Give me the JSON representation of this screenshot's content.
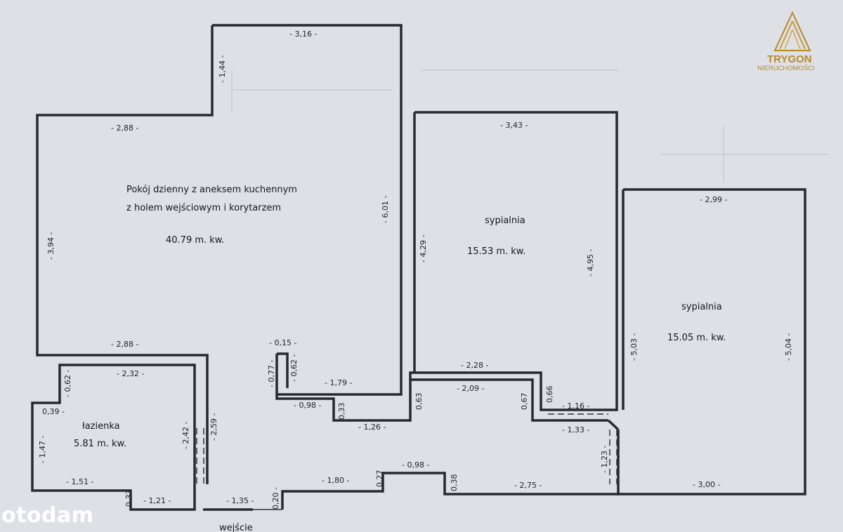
{
  "rooms": {
    "living": {
      "name_line1": "Pokój dzienny z aneksem kuchennym",
      "name_line2": "z holem wejściowym i korytarzem",
      "area": "40.79 m. kw."
    },
    "bedroom1": {
      "name": "sypialnia",
      "area": "15.53 m. kw."
    },
    "bedroom2": {
      "name": "sypialnia",
      "area": "15.05 m. kw."
    },
    "bathroom": {
      "name": "łazienka",
      "area": "5.81 m. kw."
    }
  },
  "dimensions": {
    "living_top": "- 3,16 -",
    "living_step_left": "- 1,44 -",
    "living_top_left": "- 2,88 -",
    "living_left": "- 3,94 -",
    "living_right": "- 6,01 -",
    "living_bottom_left": "- 2,88 -",
    "bath_top": "- 2,32 -",
    "bath_tl": "- 0,62 -",
    "bath_notch": "0,39 -",
    "bath_left": "- 1,47 -",
    "bath_right_inner": "- 2,42 -",
    "bath_right_outer": "- 2,59 -",
    "bath_bottom": "- 1,51 -",
    "bath_step": "0,33",
    "bath_bottom_right": "- 1,21 -",
    "entry_bottom": "- 1,35 -",
    "pillar_top": "- 0,15 -",
    "pillar_left": "- 0,77 -",
    "pillar_right": "- 0,62 -",
    "living_bottom_right": "- 1,79 -",
    "corridor_step_w": "- 0,98 -",
    "corridor_step_h": "0,33",
    "corridor_mid": "- 1,26 -",
    "entry_step": "0,20 -",
    "corridor_bottom": "- 1,80 -",
    "corridor_bottom_step": "0,27",
    "corridor_bump": "- 0,98 -",
    "corridor_bump_right": "0,38",
    "corridor_bottom_right": "- 2,75 -",
    "corridor_left_jamb": "0,63",
    "corridor_top": "- 2,09 -",
    "corridor_door_right": "0,67",
    "bed1_top": "- 3,43 -",
    "bed1_left": "- 4,29 -",
    "bed1_right": "- 4,95 -",
    "bed1_bottom": "- 2,28 -",
    "bed1_step": "0,66",
    "hall_right": "- 1,16 -",
    "hall_right_low": "- 1,33 -",
    "hall_door": "- 1,23 -",
    "bed2_top": "- 2,99 -",
    "bed2_left": "- 5,03 -",
    "bed2_right": "- 5,04 -",
    "bed2_bottom": "- 3,00 -"
  },
  "entrance_label": "wejście",
  "logo": {
    "name": "TRYGON",
    "tagline": "NIERUCHOMOŚCI"
  },
  "watermark": "otodam",
  "colors": {
    "wall": "#262a30",
    "paper": "#dde1e6",
    "logo_gold": "#b8892a"
  }
}
